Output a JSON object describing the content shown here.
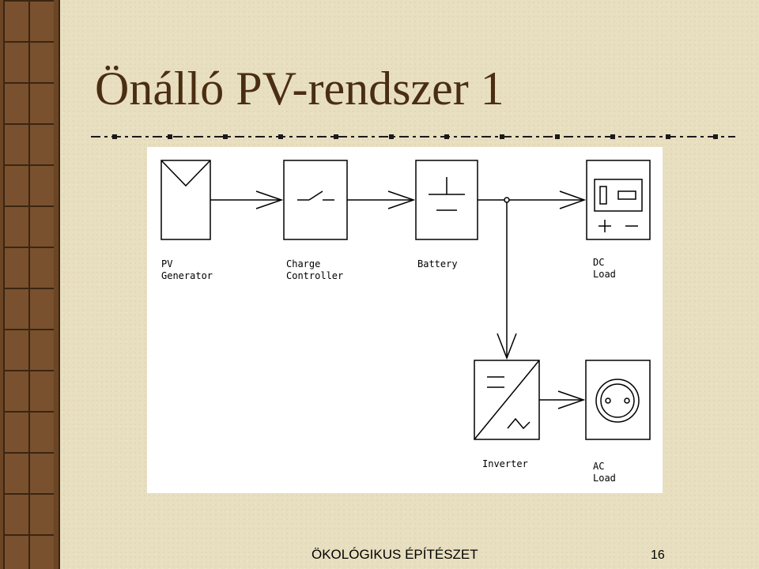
{
  "slide": {
    "title": "Önálló PV-rendszer 1",
    "footer": "ÖKOLÓGIKUS ÉPÍTÉSZET",
    "page_number": "16"
  },
  "diagram": {
    "pv_generator": {
      "line1": "PV",
      "line2": "Generator"
    },
    "charge_controller": {
      "line1": "Charge",
      "line2": "Controller"
    },
    "battery": {
      "line1": "Battery"
    },
    "dc_load": {
      "line1": "DC",
      "line2": "Load"
    },
    "inverter": {
      "line1": "Inverter"
    },
    "ac_load": {
      "line1": "AC",
      "line2": "Load"
    }
  }
}
